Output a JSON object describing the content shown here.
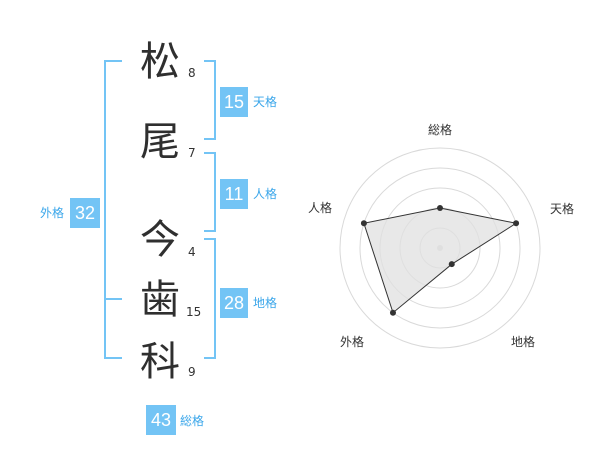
{
  "name": {
    "characters": [
      "松",
      "尾",
      "今",
      "歯",
      "科"
    ],
    "strokes": [
      "8",
      "7",
      "4",
      "15",
      "9"
    ]
  },
  "fortunes": {
    "tenkaku": {
      "label": "天格",
      "value": "15"
    },
    "jinkaku": {
      "label": "人格",
      "value": "11"
    },
    "chikaku": {
      "label": "地格",
      "value": "28"
    },
    "gaikaku": {
      "label": "外格",
      "value": "32"
    },
    "soukaku": {
      "label": "総格",
      "value": "43"
    }
  },
  "radar": {
    "axes": [
      "総格",
      "天格",
      "地格",
      "外格",
      "人格"
    ],
    "levels": 5,
    "values": [
      2,
      4,
      1,
      4,
      4
    ],
    "max": 5
  },
  "colors": {
    "accent": "#73c4f5",
    "label": "#3aa6ea",
    "text": "#2f2f2f",
    "grid": "#d9d9d9",
    "radar_fill": "#e0e0e0",
    "radar_stroke": "#333333"
  }
}
